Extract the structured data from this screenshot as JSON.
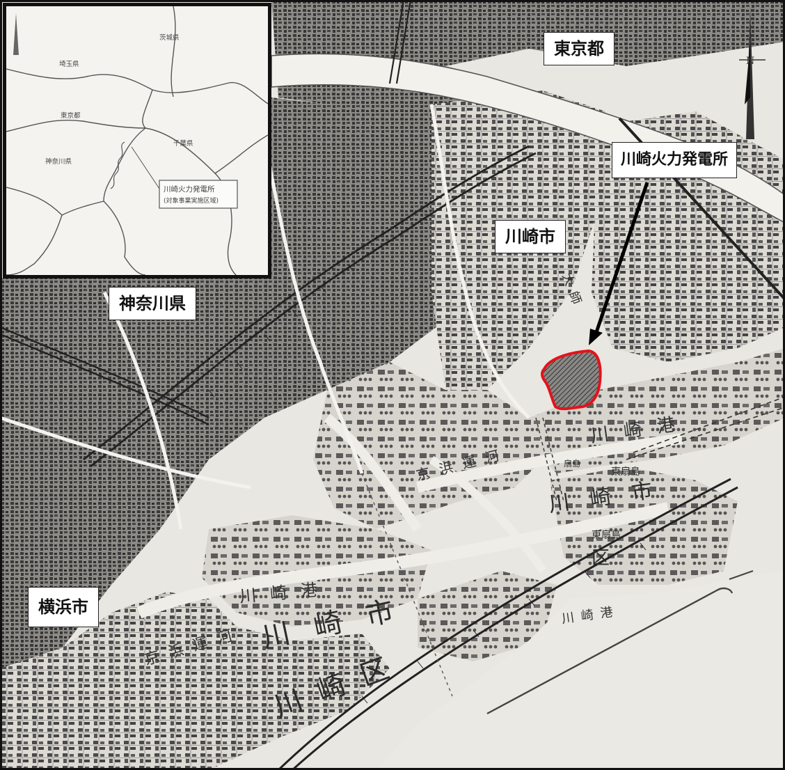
{
  "labels": {
    "tokyo": "東京都",
    "kanagawa": "神奈川県",
    "kawasaki_city": "川崎市",
    "yokohama_city": "横浜市",
    "power_plant": "川崎火力発電所"
  },
  "inset": {
    "ibaraki": "茨城県",
    "saitama": "埼玉県",
    "tokyo": "東京都",
    "chiba": "千葉県",
    "kanagawa": "神奈川県",
    "callout_line1": "川崎火力発電所",
    "callout_line2": "(対象事業実施区域)"
  },
  "map_text": {
    "kawasaki_port_1": "川崎港",
    "kawasaki_port_2": "川崎港",
    "kawasaki_port_3": "川崎港",
    "keihin_canal_1": "京浜運河",
    "keihin_canal_2": "京浜運河",
    "kawasaki_city_big": "川崎市",
    "kawasaki_ward_big": "川崎区",
    "kawasaki_city_big_2": "川崎市",
    "ward_2": "区",
    "higashi_ogishima_1": "東扇島",
    "higashi_ogishima_2": "東扇島",
    "ogishima": "扇島",
    "daishi": "大師",
    "north_mark": "N"
  },
  "colors": {
    "map_bg": "#e9e7e1",
    "ink": "#3a3a3a",
    "highlight": "#e3131b"
  }
}
